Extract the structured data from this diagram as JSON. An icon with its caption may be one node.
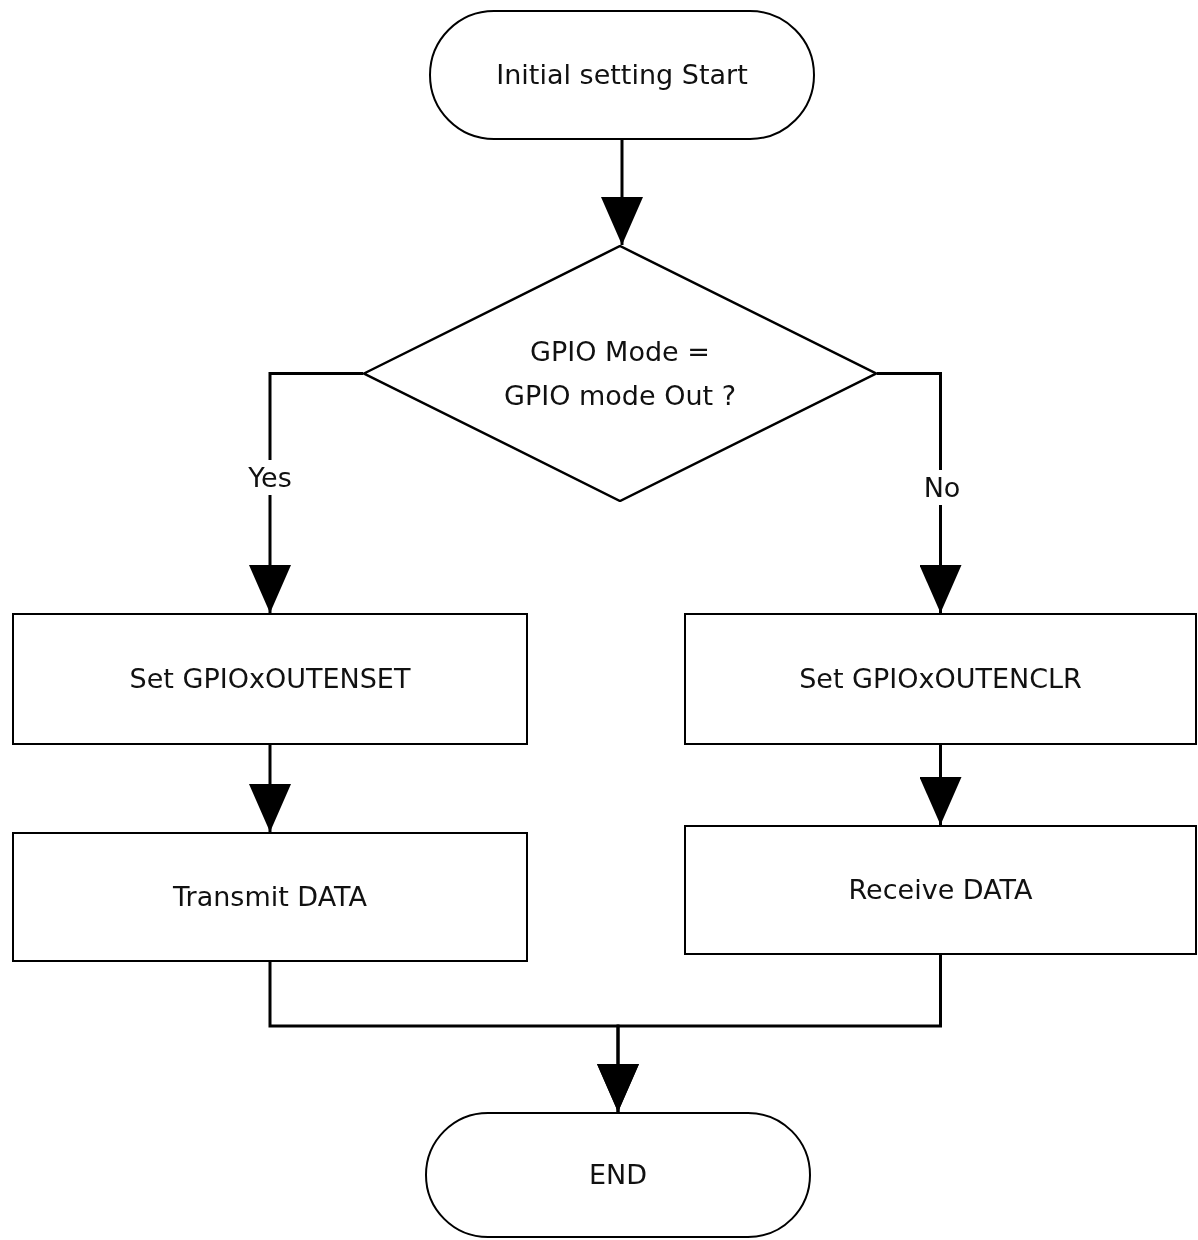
{
  "diagram": {
    "nodes": [
      {
        "text": [
          "Initial setting Start"
        ]
      },
      {
        "text": [
          "GPIO Mode = GPIO mode Out ?"
        ]
      },
      {
        "text": [
          "Set GPIOxOUTENSET"
        ]
      },
      {
        "text": [
          "Set GPIOxOUTENCLR"
        ]
      },
      {
        "text": [
          "Transmit DATA"
        ]
      },
      {
        "text": [
          "Receive DATA"
        ]
      },
      {
        "text": [
          "END"
        ]
      }
    ],
    "edges": [
      {
        "from": 0,
        "to": 1,
        "arrow": "to"
      },
      {
        "from": 1,
        "to": 2,
        "arrow": "to",
        "label": "Yes"
      },
      {
        "from": 1,
        "to": 3,
        "arrow": "to",
        "label": "No"
      },
      {
        "from": 2,
        "to": 4,
        "arrow": "to"
      },
      {
        "from": 3,
        "to": 5,
        "arrow": "to"
      },
      {
        "from": 4,
        "to": 6,
        "arrow": "to"
      },
      {
        "from": 5,
        "to": 6,
        "arrow": "to"
      }
    ]
  }
}
